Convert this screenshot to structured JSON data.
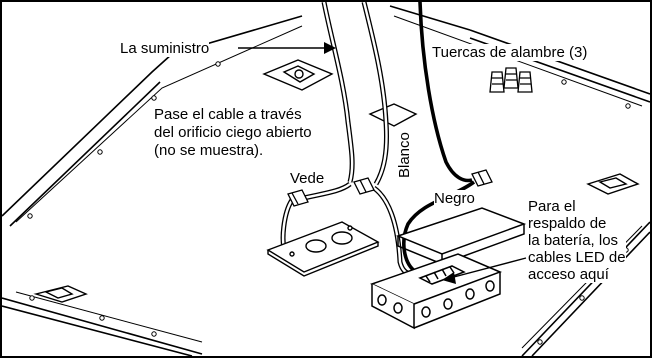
{
  "labels": {
    "supply": "La suministro",
    "wire_nuts": "Tuercas de alambre (3)",
    "knockout_line1": "Pase el cable a través",
    "knockout_line2": "del orificio ciego abierto",
    "knockout_line3": "(no se muestra).",
    "green": "Vede",
    "white": "Blanco",
    "black": "Negro",
    "battery_line1": "Para el",
    "battery_line2": "respaldo de",
    "battery_line3": "la batería, los",
    "battery_line4": "cables LED de",
    "battery_line5": "acceso aquí"
  },
  "colors": {
    "line": "#000000",
    "background": "#ffffff",
    "gray_wire": "#ffffff"
  }
}
